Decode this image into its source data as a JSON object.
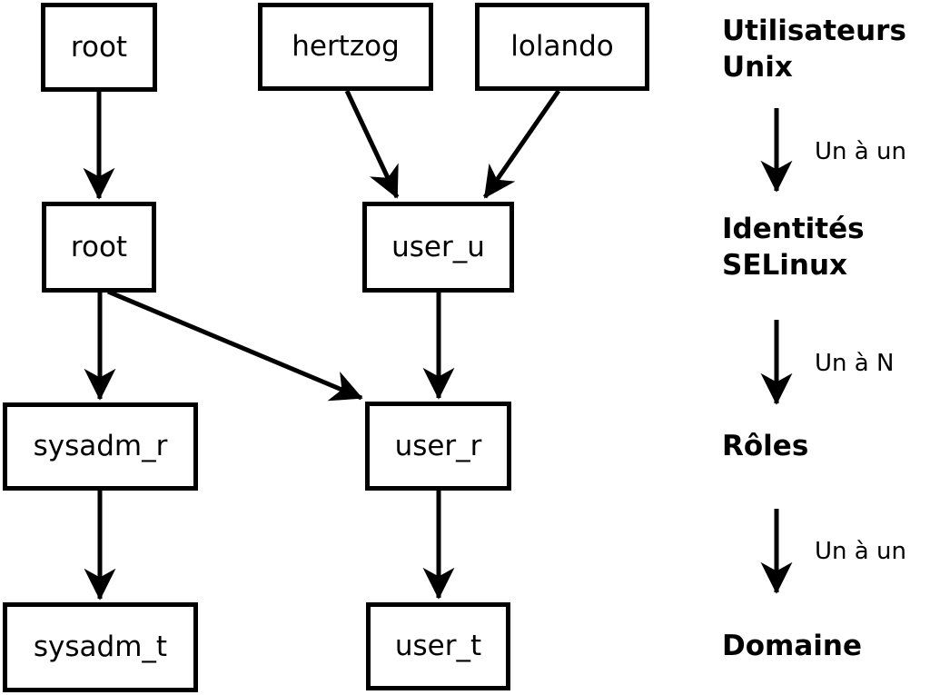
{
  "nodes": {
    "root_unix": "root",
    "hertzog": "hertzog",
    "lolando": "lolando",
    "root_selinux": "root",
    "user_u": "user_u",
    "sysadm_r": "sysadm_r",
    "user_r": "user_r",
    "sysadm_t": "sysadm_t",
    "user_t": "user_t"
  },
  "legend": {
    "unix_users": "Utilisateurs\nUnix",
    "selinux_identities": "Identités\nSELinux",
    "roles": "Rôles",
    "domain": "Domaine",
    "one_to_one_first": "Un à un",
    "one_to_n": "Un à N",
    "one_to_one_second": "Un à un"
  },
  "colors": {
    "line": "#000000",
    "background": "#ffffff"
  }
}
